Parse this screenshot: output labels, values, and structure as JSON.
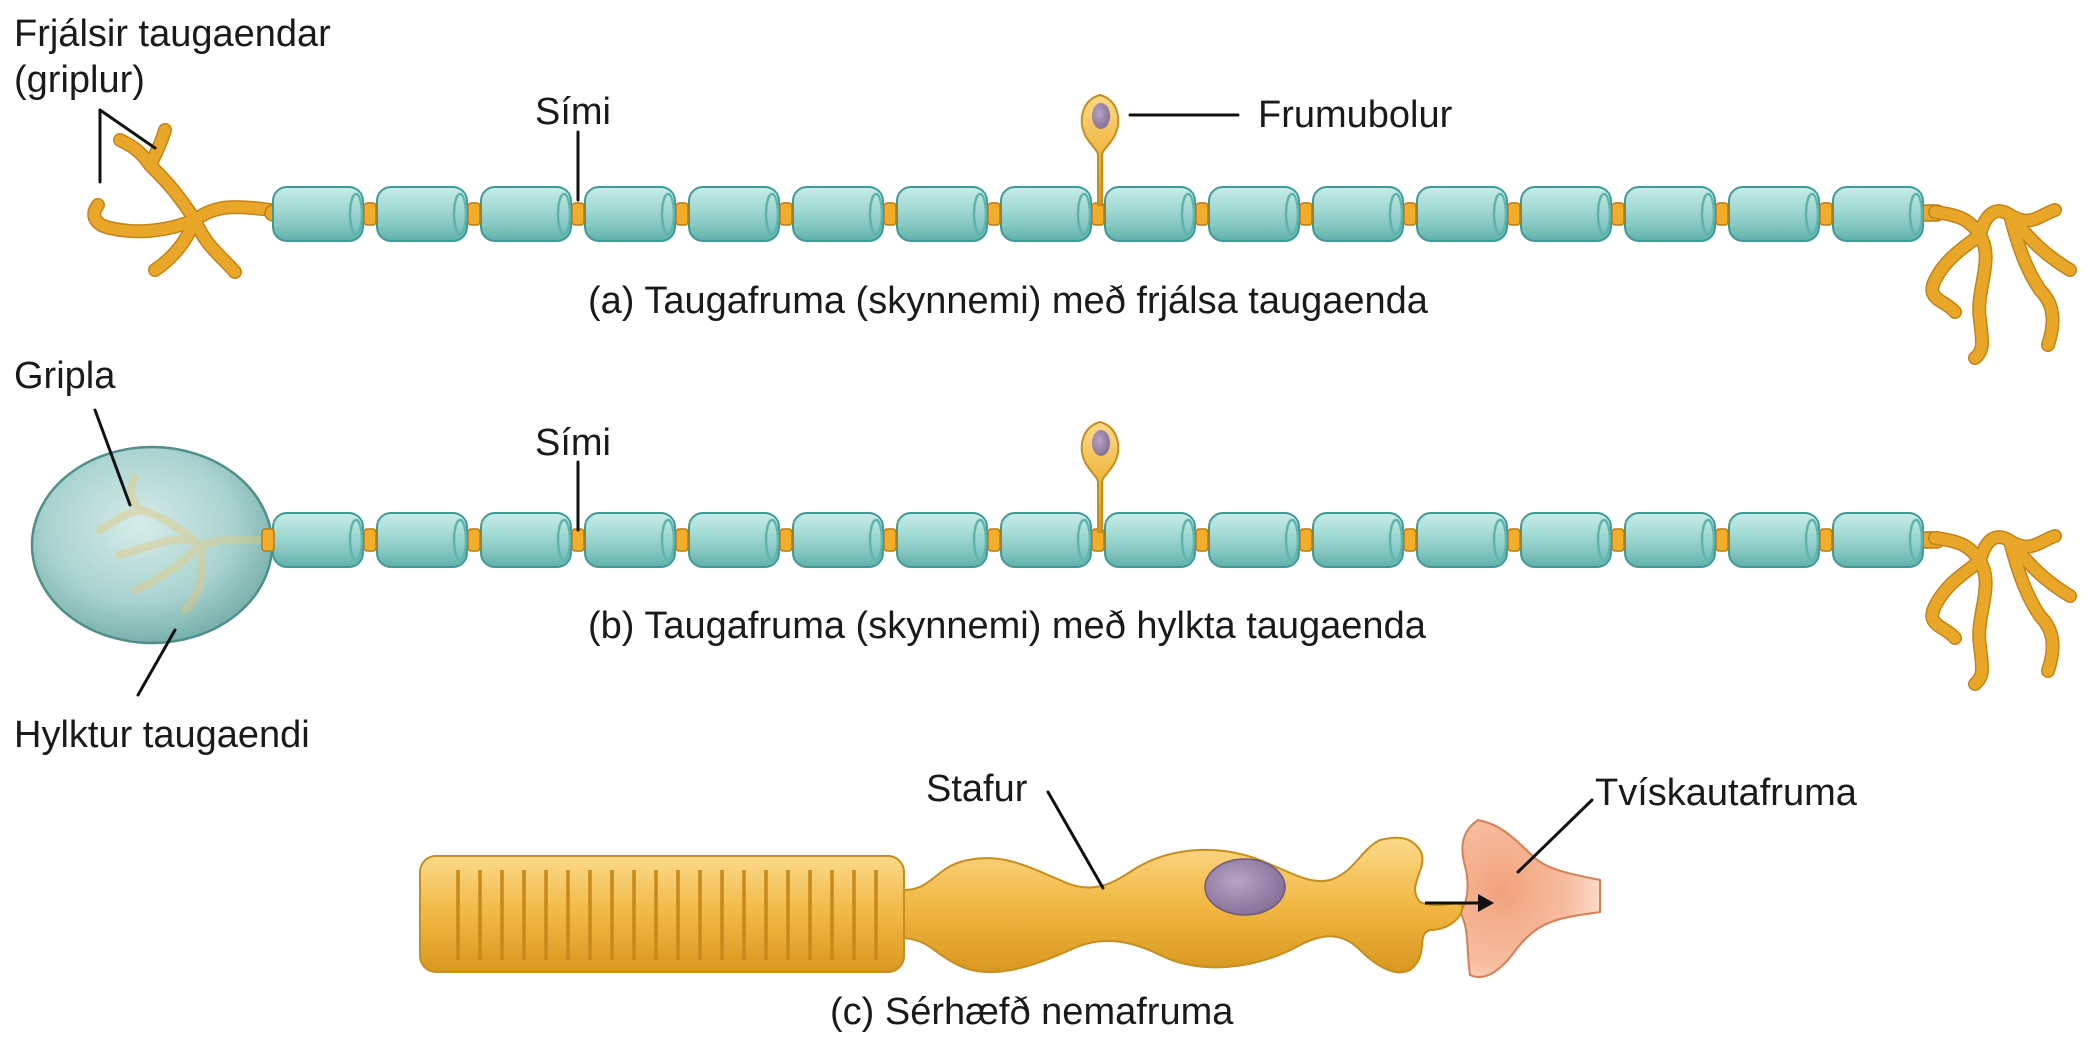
{
  "figure": {
    "labels": {
      "free_endings": "Frjálsir taugaendar",
      "free_endings_paren": "(griplur)",
      "axon_a": "Sími",
      "cell_body": "Frumubolur",
      "caption_a": "(a) Taugafruma (skynnemi) með frjálsa taugaenda",
      "gripla": "Gripla",
      "axon_b": "Sími",
      "caption_b": "(b) Taugafruma (skynnemi) með hylkta taugaenda",
      "encapsulated": "Hylktur taugaendi",
      "rod": "Stafur",
      "bipolar": "Tvískautafruma",
      "caption_c": "(c) Sérhæfð nemafruma"
    },
    "colors": {
      "myelin": "#9fd8d3",
      "myelin_edge": "#3f9a96",
      "axon": "#e9a72a",
      "capsule": "#a9d3cf",
      "nucleus": "#9a84a8",
      "bipolar_cell": "#f2a27c"
    }
  }
}
